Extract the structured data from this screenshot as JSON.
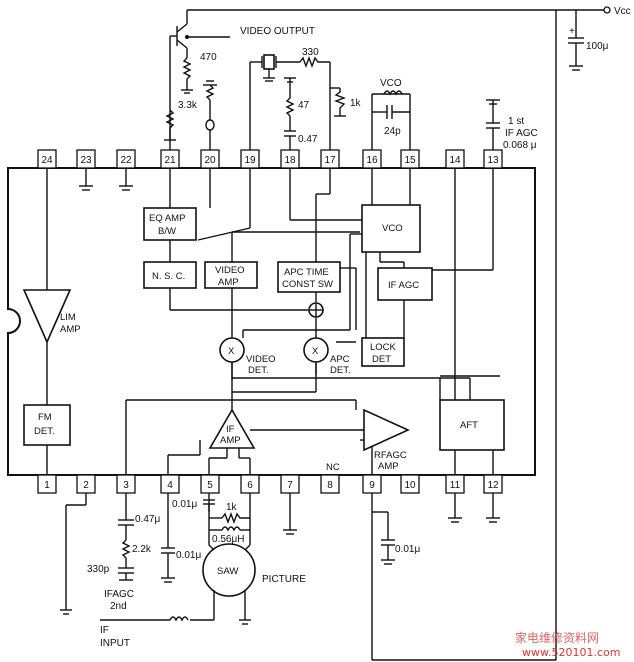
{
  "header": {
    "vcc": "Vcc",
    "video_output": "VIDEO   OUTPUT"
  },
  "top_pins": [
    {
      "num": "24"
    },
    {
      "num": "23"
    },
    {
      "num": "22"
    },
    {
      "num": "21"
    },
    {
      "num": "20"
    },
    {
      "num": "19"
    },
    {
      "num": "18"
    },
    {
      "num": "17"
    },
    {
      "num": "16"
    },
    {
      "num": "15"
    },
    {
      "num": "14"
    },
    {
      "num": "13"
    }
  ],
  "bottom_pins": [
    {
      "num": "1"
    },
    {
      "num": "2"
    },
    {
      "num": "3"
    },
    {
      "num": "4"
    },
    {
      "num": "5"
    },
    {
      "num": "6"
    },
    {
      "num": "7"
    },
    {
      "num": "8"
    },
    {
      "num": "9"
    },
    {
      "num": "10"
    },
    {
      "num": "11"
    },
    {
      "num": "12"
    }
  ],
  "blocks": {
    "eq_amp_1": "EQ AMP",
    "eq_amp_2": "B/W",
    "vco": "VCO",
    "nsc": "N. S. C.",
    "video_amp_1": "VIDEO",
    "video_amp_2": "AMP",
    "apc_1": "APC TIME",
    "apc_2": "CONST SW",
    "if_agc": "IF AGC",
    "lim_1": "LIM",
    "lim_2": "AMP",
    "lock_1": "LOCK",
    "lock_2": "DET",
    "fm_1": "FM",
    "fm_2": "DET.",
    "aft": "AFT",
    "if_amp_1": "IF",
    "if_amp_2": "AMP",
    "rfagc_1": "RFAGC",
    "rfagc_2": "AMP",
    "mult": "X",
    "video_det_1": "VIDEO",
    "video_det_2": "DET.",
    "apc_det_1": "APC",
    "apc_det_2": "DET.",
    "nc": "NC"
  },
  "components": {
    "r470": "470",
    "r3_3k": "3.3k",
    "r330": "330",
    "r47": "47",
    "c047": "0.47",
    "r1k_17": "1k",
    "vco_label": "VCO",
    "c24p": "24p",
    "c100u": "100μ",
    "ifagc1_1": "1 st",
    "ifagc1_2": "IF AGC",
    "ifagc1_3": "0.068 μ",
    "c047u": "0.47μ",
    "r2_2k": "2.2k",
    "c330p": "330p",
    "ifagc2_1": "IFAGC",
    "ifagc2_2": "2nd",
    "c001_5": "0.01μ",
    "c001_4": "0.01μ",
    "r1k_56": "1k",
    "l056": "0.56μH",
    "saw": "SAW",
    "picture": "PICTURE",
    "c001_9": "0.01μ",
    "if_input_1": "IF",
    "if_input_2": "INPUT"
  },
  "watermark": {
    "line1": "家电维修资料网",
    "line2": "www.520101.com"
  }
}
